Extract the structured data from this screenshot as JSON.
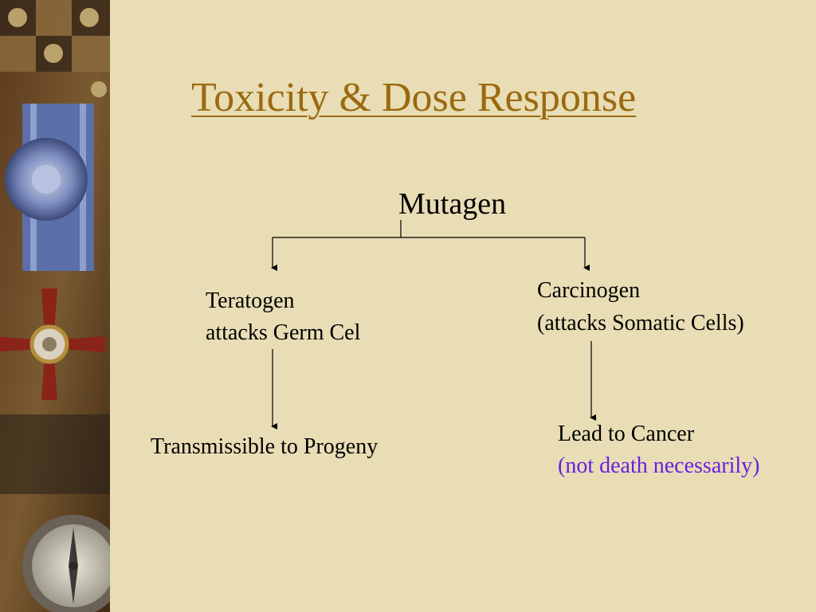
{
  "colors": {
    "background": "#e8ddb5",
    "title": "#9b6a10",
    "text": "#000000",
    "emphasis": "#6a1fe0"
  },
  "title": "Toxicity & Dose Response",
  "diagram": {
    "root": "Mutagen",
    "left": {
      "line1": "Teratogen",
      "line2": "attacks Germ Cel",
      "result": "Transmissible to Progeny"
    },
    "right": {
      "line1": "Carcinogen",
      "line2": "(attacks Somatic Cells)",
      "result_line1": "Lead to Cancer",
      "result_line2": "(not death necessarily)"
    }
  },
  "decor_icons": [
    "ribbon-medal-icon",
    "cross-order-icon",
    "compass-icon",
    "tile-pattern-icon"
  ]
}
